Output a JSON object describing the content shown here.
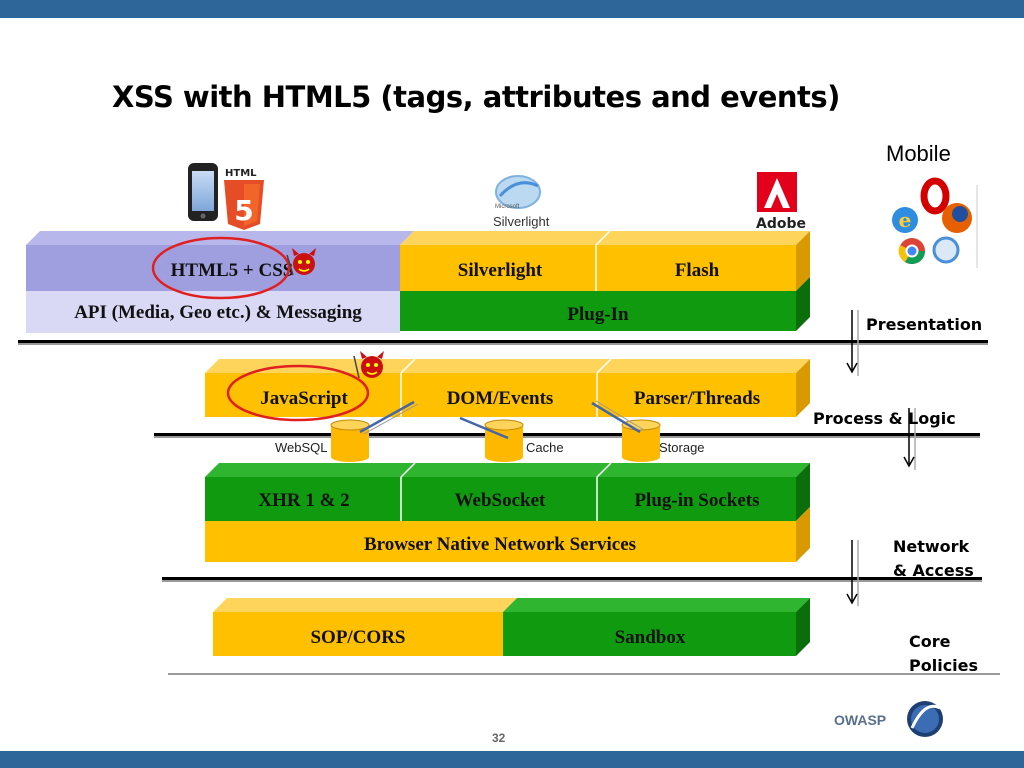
{
  "title": "XSS with HTML5 (tags, attributes and events)",
  "mobile_label": "Mobile",
  "page_number": "32",
  "footer_brand": "OWASP",
  "icons": {
    "html5_badge": "HTML",
    "silverlight_logo": "Silverlight",
    "silverlight_tagline": "Microsoft",
    "adobe_logo": "Adobe"
  },
  "layers": {
    "presentation": "Presentation",
    "process_logic": "Process & Logic",
    "network_line1": "Network",
    "network_line2": "& Access",
    "core_line1": "Core",
    "core_line2": "Policies"
  },
  "storage_labels": {
    "websql": "WebSQL",
    "cache": "Cache",
    "storage": "Storage"
  },
  "boxes": {
    "html5_css": "HTML5 + CSS",
    "silverlight": "Silverlight",
    "flash": "Flash",
    "api": "API (Media, Geo etc.) & Messaging",
    "plugin": "Plug-In",
    "javascript": "JavaScript",
    "dom_events": "DOM/Events",
    "parser_threads": "Parser/Threads",
    "xhr": "XHR 1 & 2",
    "websocket": "WebSocket",
    "plugin_sockets": "Plug-in Sockets",
    "browser_native": "Browser Native  Network Services",
    "sop_cors": "SOP/CORS",
    "sandbox": "Sandbox"
  },
  "colors": {
    "bar": "#2e6699",
    "yellow": "#ffc000",
    "yellow_top": "#ffd45a",
    "green": "#109a10",
    "green_top": "#2fb52f",
    "purple": "#9f9fdf",
    "purple_top": "#b7b7ec",
    "lavender": "#d9d9f5",
    "red_circle": "#e02020"
  }
}
